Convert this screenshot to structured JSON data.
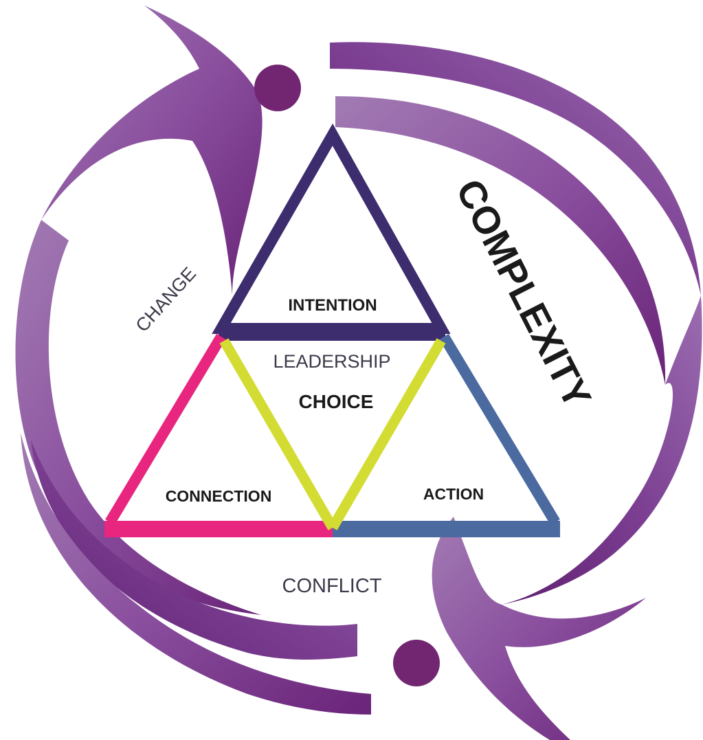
{
  "diagram": {
    "outer_labels": {
      "change": "CHANGE",
      "complexity": "COMPLEXITY",
      "conflict": "CONFLICT"
    },
    "inner_labels": {
      "intention": "INTENTION",
      "leadership": "LEADERSHIP",
      "choice": "CHOICE",
      "connection": "CONNECTION",
      "action": "ACTION"
    },
    "colors": {
      "swoosh_purple": "#7a3a8e",
      "intention_edge": "#3d2c6e",
      "connection_edge": "#e8267f",
      "action_edge": "#4a6aa0",
      "leadership_edge": "#d3dc33",
      "text": "#1a1a1a"
    }
  }
}
